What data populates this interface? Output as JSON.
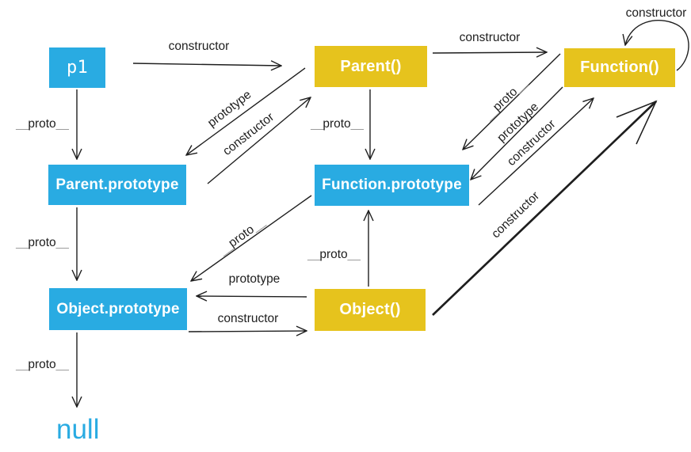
{
  "colors": {
    "node_blue": "#29ABE2",
    "node_yellow": "#E6C31D",
    "arrow": "#1E1E1E",
    "label_text": "#1E1E1E",
    "proto_underscore": "#9C9C9C",
    "null_text": "#29ABE2",
    "background": "#FFFFFF"
  },
  "label_parts": {
    "underscore": "__",
    "proto": "proto"
  },
  "nodes": [
    {
      "id": "p1",
      "label": "p1",
      "kind": "instance"
    },
    {
      "id": "parent-fn",
      "label": "Parent()",
      "kind": "function"
    },
    {
      "id": "function-fn",
      "label": "Function()",
      "kind": "function"
    },
    {
      "id": "parent-prototype",
      "label": "Parent.prototype",
      "kind": "prototype"
    },
    {
      "id": "function-prototype",
      "label": "Function.prototype",
      "kind": "prototype"
    },
    {
      "id": "object-prototype",
      "label": "Object.prototype",
      "kind": "prototype"
    },
    {
      "id": "object-fn",
      "label": "Object()",
      "kind": "function"
    },
    {
      "id": "null",
      "label": "null",
      "kind": "terminal"
    }
  ],
  "edges": [
    {
      "from": "p1",
      "to": "Parent()",
      "label": "constructor"
    },
    {
      "from": "p1",
      "to": "Parent.prototype",
      "label": "__proto__"
    },
    {
      "from": "Parent()",
      "to": "Parent.prototype",
      "label": "prototype"
    },
    {
      "from": "Parent.prototype",
      "to": "Parent()",
      "label": "constructor"
    },
    {
      "from": "Parent()",
      "to": "Function.prototype",
      "label": "__proto__"
    },
    {
      "from": "Parent()",
      "to": "Function()",
      "label": "constructor"
    },
    {
      "from": "Function()",
      "to": "Function()",
      "label": "constructor"
    },
    {
      "from": "Function()",
      "to": "Function.prototype",
      "label": "__proto__"
    },
    {
      "from": "Function()",
      "to": "Function.prototype",
      "label": "prototype"
    },
    {
      "from": "Function.prototype",
      "to": "Function()",
      "label": "constructor"
    },
    {
      "from": "Function.prototype",
      "to": "Object.prototype",
      "label": "__proto__"
    },
    {
      "from": "Object()",
      "to": "Function.prototype",
      "label": "__proto__"
    },
    {
      "from": "Object()",
      "to": "Object.prototype",
      "label": "prototype"
    },
    {
      "from": "Object.prototype",
      "to": "Object()",
      "label": "constructor"
    },
    {
      "from": "Parent.prototype",
      "to": "Object.prototype",
      "label": "__proto__"
    },
    {
      "from": "Object()",
      "to": "Function()",
      "label": "constructor",
      "style": "thick"
    },
    {
      "from": "Object.prototype",
      "to": "null",
      "label": "__proto__"
    }
  ]
}
